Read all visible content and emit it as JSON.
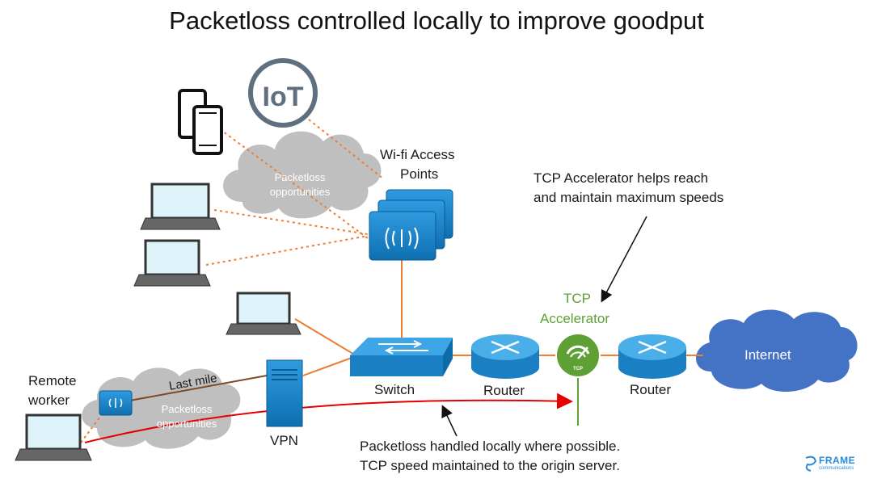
{
  "title": "Packetloss controlled locally to improve goodput",
  "labels": {
    "wifi_ap": [
      "Wi-fi Access",
      "Points"
    ],
    "cloud_top": [
      "Packetloss",
      "opportunities"
    ],
    "cloud_bottom": [
      "Packetloss",
      "opportunities"
    ],
    "last_mile": "Last mile",
    "remote_worker": [
      "Remote",
      "worker"
    ],
    "vpn": "VPN",
    "switch": "Switch",
    "router_left": "Router",
    "router_right": "Router",
    "tcp_accelerator": [
      "TCP",
      "Accelerator"
    ],
    "tcp_badge": "TCP",
    "internet": "Internet",
    "iot": "IoT"
  },
  "notes": {
    "accelerator_note": [
      "TCP Accelerator helps reach",
      "and maintain maximum speeds"
    ],
    "local_note": [
      "Packetloss handled locally where possible.",
      "TCP speed maintained to the origin server."
    ]
  },
  "logo": {
    "brand": "FRAME",
    "sub": "communications"
  },
  "colors": {
    "device_blue": "#1b7fc4",
    "cloud_gray": "#bfbfbf",
    "internet_blue": "#4472c4",
    "accelerator_green": "#5fa034",
    "orange_link": "#ed7d31",
    "red_path": "#e60000"
  }
}
